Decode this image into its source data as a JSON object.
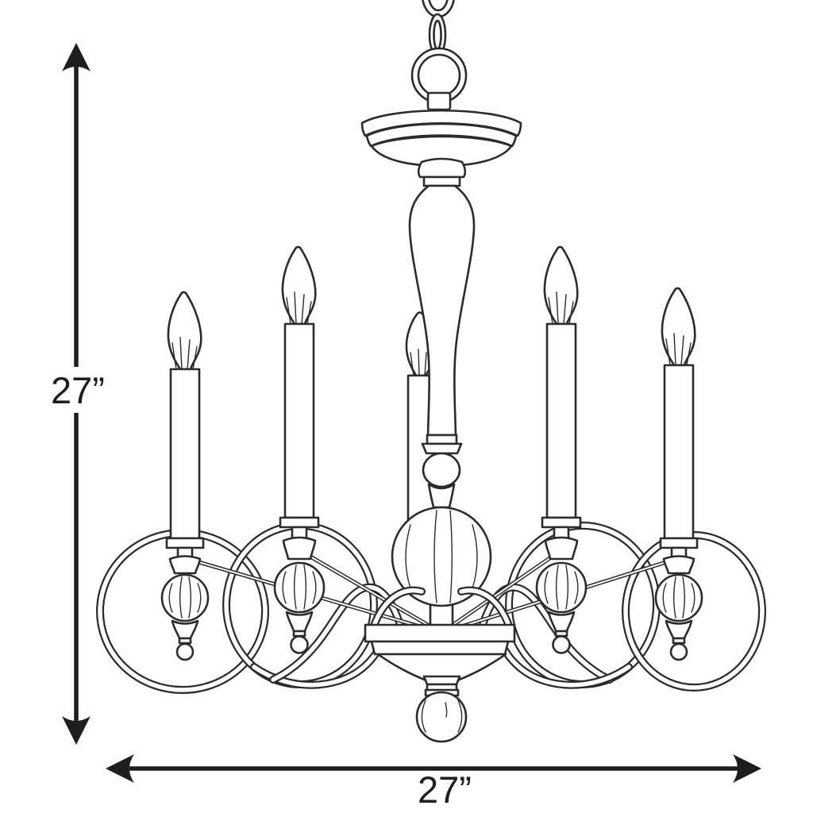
{
  "page": {
    "background": "#ffffff"
  },
  "diagram": {
    "subject": "5-light candelabra chandelier line drawing",
    "style": "technical product dimension illustration",
    "line_color": "#2b2b2b",
    "dimension_color": "#1e1e1e"
  },
  "dimensions": {
    "height": {
      "label": "27”",
      "orientation": "vertical"
    },
    "width": {
      "label": "27”",
      "orientation": "horizontal"
    }
  },
  "chandelier": {
    "light_count": 5,
    "features": [
      "hanging chain with ring loop",
      "domed canopy",
      "turned center column",
      "large glass ball ornament",
      "scrolled ribbon arms",
      "candle sleeves with flame-tip bulbs",
      "glass ball drops with finials",
      "bottom ball finial"
    ]
  }
}
